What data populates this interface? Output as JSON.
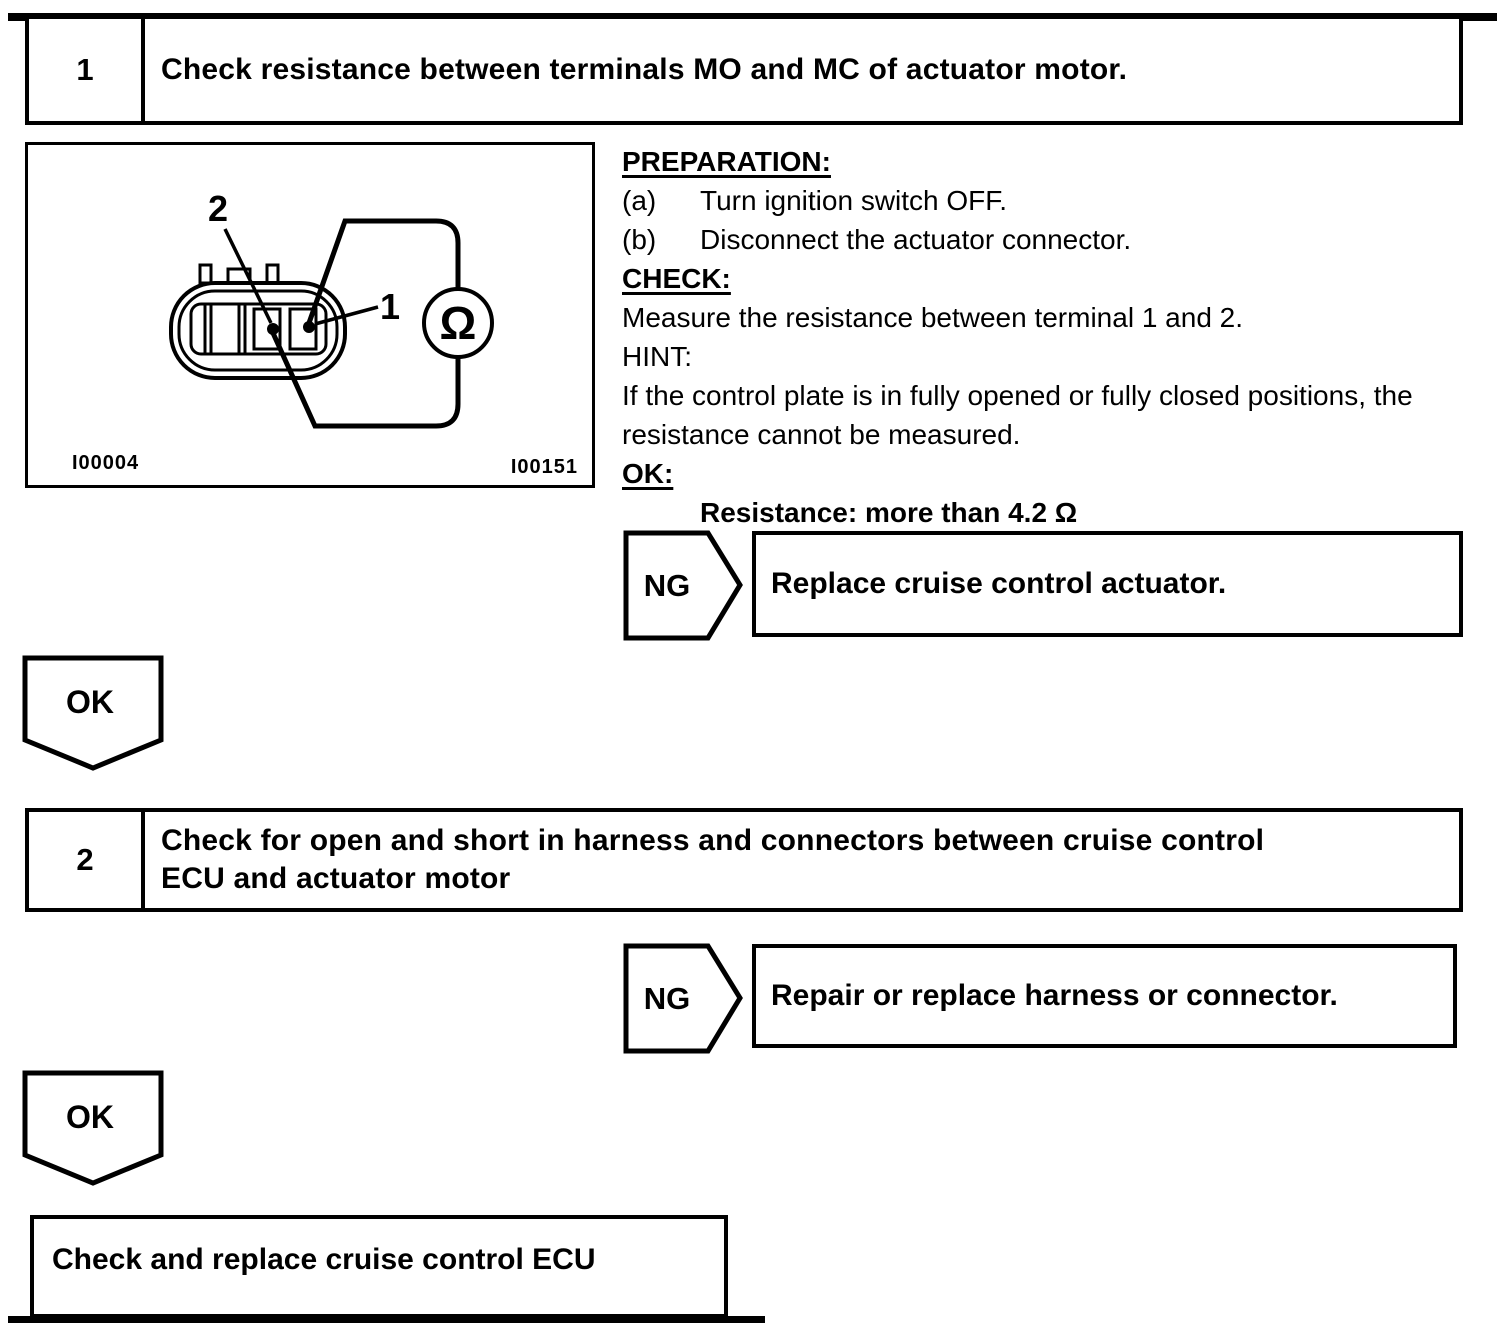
{
  "colors": {
    "ink": "#000000",
    "paper": "#ffffff"
  },
  "step1": {
    "number": "1",
    "title": "Check resistance between terminals MO and MC of actuator motor.",
    "figure": {
      "terminal_label_2": "2",
      "terminal_label_1": "1",
      "ohm_symbol": "Ω",
      "code_left": "I00004",
      "code_right": "I00151"
    },
    "instructions": {
      "preparation_heading": "PREPARATION:",
      "preparation_items": [
        {
          "marker": "(a)",
          "text": "Turn ignition switch OFF."
        },
        {
          "marker": "(b)",
          "text": "Disconnect the actuator connector."
        }
      ],
      "check_heading": "CHECK:",
      "check_text": "Measure the resistance between terminal 1 and 2.",
      "hint_heading": "HINT:",
      "hint_lines": [
        "If the control plate is in fully opened or fully closed positions, the",
        "resistance cannot be measured."
      ],
      "ok_heading": "OK:",
      "ok_spec": "Resistance: more than 4.2 Ω"
    },
    "ng_label": "NG",
    "ng_action": "Replace cruise control actuator.",
    "ok_label": "OK"
  },
  "step2": {
    "number": "2",
    "title_lines": [
      "Check for open and short in harness and connectors between cruise control",
      "ECU and actuator motor"
    ],
    "ng_label": "NG",
    "ng_action": "Repair or replace harness or connector.",
    "ok_label": "OK"
  },
  "result": {
    "text": "Check and replace cruise control ECU"
  }
}
